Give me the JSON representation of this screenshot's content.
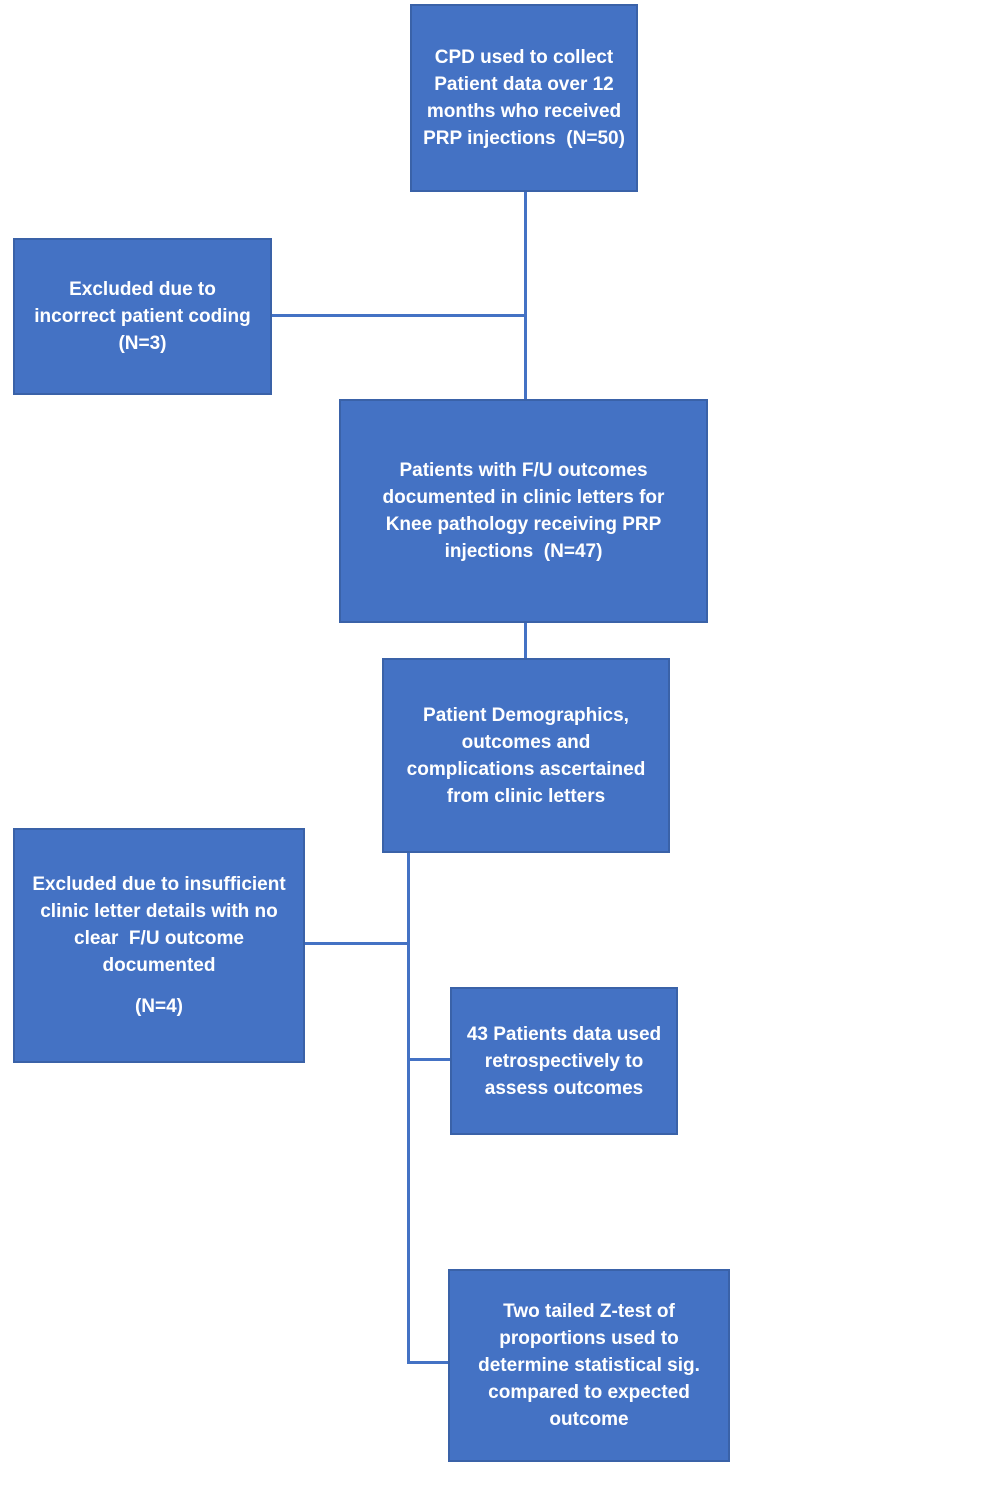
{
  "colors": {
    "box_fill": "#4472C4",
    "box_border": "#3A62A8",
    "connector": "#4472C4",
    "text": "#FFFFFF",
    "background": "#FFFFFF"
  },
  "boxes": {
    "collected": {
      "lines": [
        "CPD used to collect",
        "Patient data over 12",
        "months who received",
        "PRP injections  (N=50)"
      ]
    },
    "excluded_coding": {
      "lines": [
        "Excluded due to",
        "incorrect patient coding",
        "(N=3)"
      ]
    },
    "fu_outcomes": {
      "lines": [
        "Patients with F/U outcomes",
        "documented in clinic letters for",
        "Knee pathology receiving PRP",
        "injections  (N=47)"
      ]
    },
    "demographics": {
      "lines": [
        "Patient Demographics,",
        "outcomes and",
        "complications ascertained",
        "from clinic letters"
      ]
    },
    "excluded_letters": {
      "lines": [
        "Excluded due to insufficient",
        "clinic letter details with no",
        "clear  F/U outcome",
        "documented"
      ],
      "n_label": "(N=4)"
    },
    "retrospective": {
      "lines": [
        "43 Patients data used",
        "retrospectively to",
        "assess outcomes"
      ]
    },
    "ztest": {
      "lines": [
        "Two tailed Z-test of",
        "proportions used to",
        "determine statistical sig.",
        "compared to expected",
        "outcome"
      ]
    }
  }
}
